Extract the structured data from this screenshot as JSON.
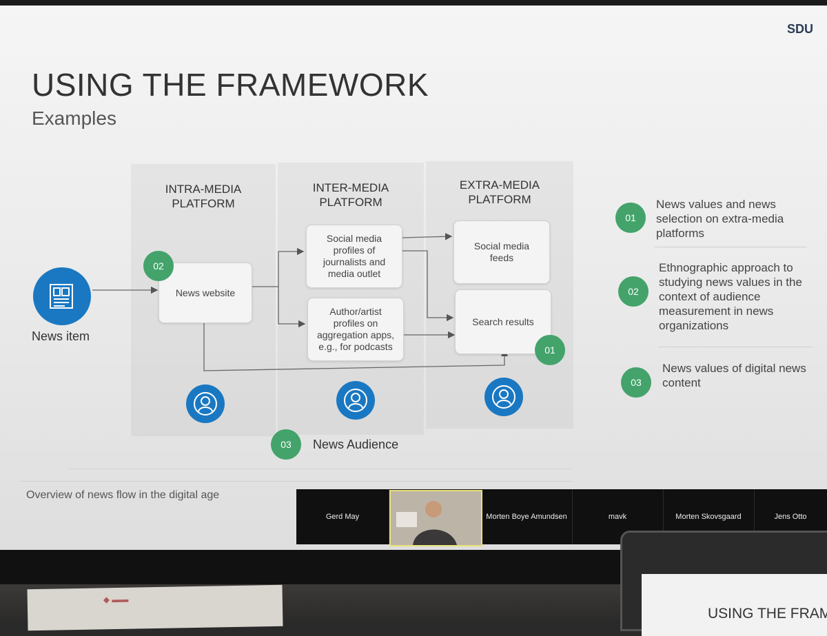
{
  "slide": {
    "brand": "SDU",
    "title": "USING THE FRAMEWORK",
    "subtitle": "Examples",
    "caption": "Overview of news flow in the digital age"
  },
  "diagram": {
    "news_item": "News item",
    "columns": [
      {
        "line1": "INTRA-MEDIA",
        "line2": "PLATFORM"
      },
      {
        "line1": "INTER-MEDIA",
        "line2": "PLATFORM"
      },
      {
        "line1": "EXTRA-MEDIA",
        "line2": "PLATFORM"
      }
    ],
    "boxes": {
      "news_website": "News website",
      "social_profiles": [
        "Social media",
        "profiles of",
        "journalists and",
        "media outlet"
      ],
      "author_profiles": [
        "Author/artist",
        "profiles on",
        "aggregation apps,",
        "e.g., for podcasts"
      ],
      "social_feeds": [
        "Social media",
        "feeds"
      ],
      "search_results": "Search results"
    },
    "badges": {
      "intra": "02",
      "search": "01",
      "audience": "03"
    },
    "audience_label": "News Audience"
  },
  "list": [
    {
      "num": "01",
      "lines": [
        "News values and news",
        "selection on extra-media",
        "platforms"
      ]
    },
    {
      "num": "02",
      "lines": [
        "Ethnographic approach to",
        "studying news values in the",
        "context of audience",
        "measurement in news",
        "organizations"
      ]
    },
    {
      "num": "03",
      "lines": [
        "News values of digital news",
        "content"
      ]
    }
  ],
  "participants": [
    "Gerd May",
    "Morten Boye Amundsen",
    "mavk",
    "Morten Skovsgaard",
    "Jens Otto"
  ],
  "laptop_title": "USING THE FRAM",
  "colors": {
    "green": "#43a36b",
    "blue": "#1a78c2"
  }
}
